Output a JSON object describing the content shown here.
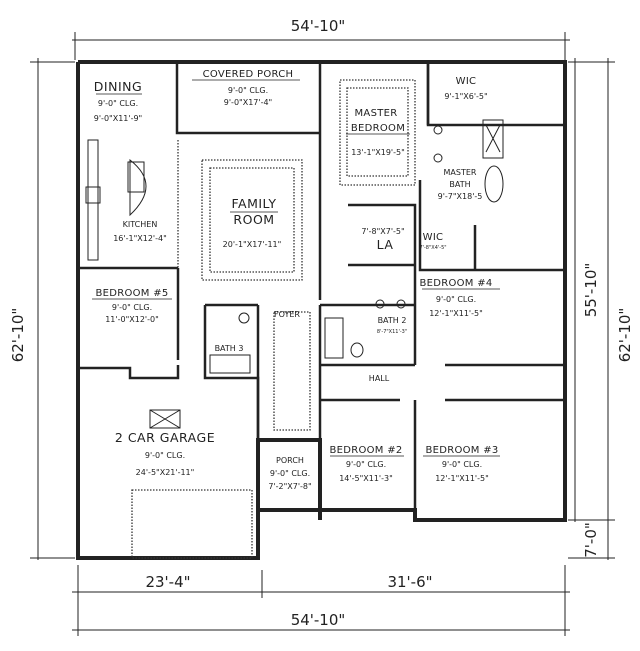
{
  "dimensions": {
    "top_width": "54'-10\"",
    "bottom_width": "54'-10\"",
    "bottom_left": "23'-4\"",
    "bottom_right": "31'-6\"",
    "left_depth": "62'-10\"",
    "right_inner_depth": "55'-10\"",
    "right_outer_depth": "62'-10\"",
    "right_offset": "7'-0\""
  },
  "rooms": {
    "dining": {
      "name": "DINING",
      "ceiling": "9'-0\" CLG.",
      "size": "9'-0\"X11'-9\""
    },
    "covered_porch": {
      "name": "COVERED PORCH",
      "ceiling": "9'-0\" CLG.",
      "size": "9'-0\"X17'-4\""
    },
    "master_bedroom": {
      "name_line1": "MASTER",
      "name_line2": "BEDROOM",
      "size": "13'-1\"X19'-5\""
    },
    "wic_master": {
      "name": "WIC",
      "size": "9'-1\"X6'-5\""
    },
    "master_bath": {
      "name_line1": "MASTER",
      "name_line2": "BATH",
      "size": "9'-7\"X18'-5"
    },
    "wic_small": {
      "name": "WIC",
      "size": "7'-8\"X4'-5\""
    },
    "family_room": {
      "name_line1": "FAMILY",
      "name_line2": "ROOM",
      "size": "20'-1\"X17'-11\""
    },
    "kitchen": {
      "name": "KITCHEN",
      "size": "16'-1\"X12'-4\""
    },
    "laundry": {
      "name": "LA",
      "size": "7'-8\"X7'-5\""
    },
    "bedroom5": {
      "name": "BEDROOM #5",
      "ceiling": "9'-0\" CLG.",
      "size": "11'-0\"X12'-0\""
    },
    "bedroom4": {
      "name": "BEDROOM #4",
      "ceiling": "9'-0\" CLG.",
      "size": "12'-1\"X11'-5\""
    },
    "bath2": {
      "name": "BATH 2",
      "size": "8'-7\"X11'-3\""
    },
    "bath3": {
      "name": "BATH 3"
    },
    "foyer": {
      "name": "FOYER"
    },
    "hall": {
      "name": "HALL"
    },
    "garage": {
      "name": "2 CAR GARAGE",
      "ceiling": "9'-0\" CLG.",
      "size": "24'-5\"X21'-11\""
    },
    "porch": {
      "name": "PORCH",
      "ceiling": "9'-0\" CLG.",
      "size": "7'-2\"X7'-8\""
    },
    "bedroom2": {
      "name": "BEDROOM #2",
      "ceiling": "9'-0\" CLG.",
      "size": "14'-5\"X11'-3\""
    },
    "bedroom3": {
      "name": "BEDROOM #3",
      "ceiling": "9'-0\" CLG.",
      "size": "12'-1\"X11'-5\""
    }
  }
}
